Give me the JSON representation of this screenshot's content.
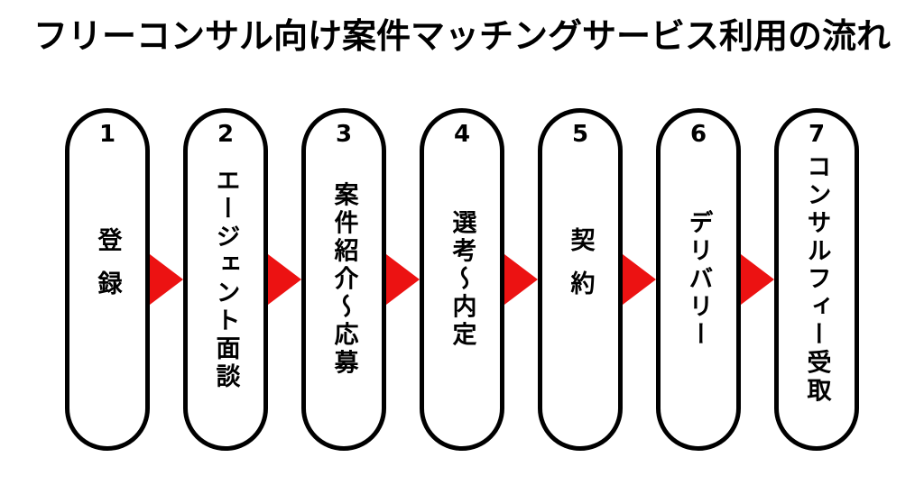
{
  "title": "フリーコンサル向け案件マッチングサービス利用の流れ",
  "colors": {
    "arrow": "#ec1212",
    "outline": "#000000",
    "background": "#ffffff",
    "text": "#000000"
  },
  "flow": {
    "direction": "left-to-right",
    "connector_icon": "arrow-right-triangle-icon",
    "steps": [
      {
        "number": "1",
        "label": "登録"
      },
      {
        "number": "2",
        "label": "エージェント面談"
      },
      {
        "number": "3",
        "label": "案件紹介～応募"
      },
      {
        "number": "4",
        "label": "選考～内定"
      },
      {
        "number": "5",
        "label": "契約"
      },
      {
        "number": "6",
        "label": "デリバリー"
      },
      {
        "number": "7",
        "label": "コンサルフィー受取"
      }
    ]
  }
}
